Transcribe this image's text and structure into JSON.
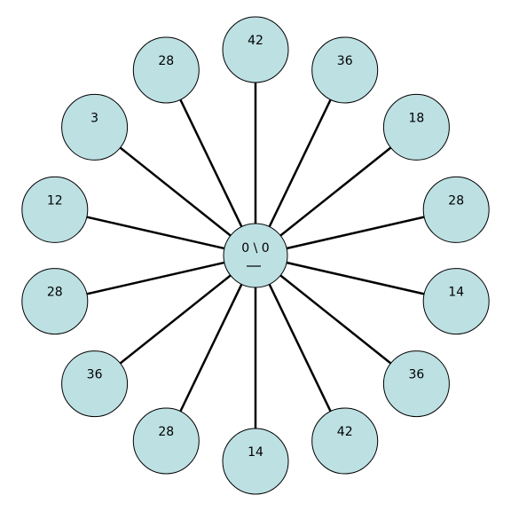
{
  "diagram": {
    "center": {
      "label": "0 \\ 0",
      "fill": "#bde0e3"
    },
    "nodes": [
      {
        "label": "42"
      },
      {
        "label": "36"
      },
      {
        "label": "18"
      },
      {
        "label": "28"
      },
      {
        "label": "14"
      },
      {
        "label": "36"
      },
      {
        "label": "42"
      },
      {
        "label": "14"
      },
      {
        "label": "28"
      },
      {
        "label": "36"
      },
      {
        "label": "28"
      },
      {
        "label": "12"
      },
      {
        "label": "3"
      },
      {
        "label": "28"
      }
    ],
    "colors": {
      "node_fill": "#bde0e3",
      "edge": "#000000",
      "node_stroke": "#000000"
    }
  }
}
